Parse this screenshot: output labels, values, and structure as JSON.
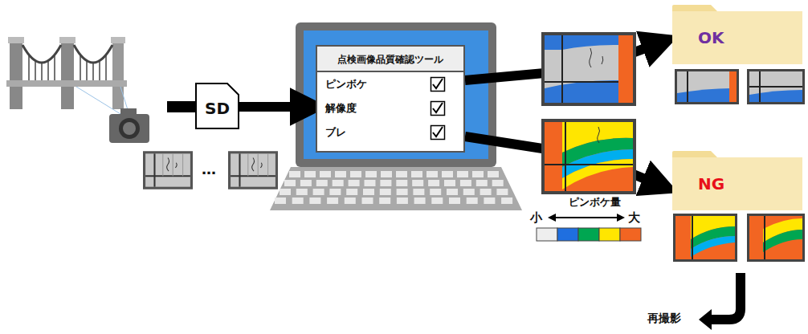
{
  "diagram": {
    "nodes": [
      {
        "text": [
          "SD"
        ]
      },
      {
        "text": [
          "点検画像品質確認ツール",
          "ピンボケ",
          "解像度",
          "ブレ"
        ]
      },
      {
        "text": [
          "OK"
        ]
      },
      {
        "text": [
          "NG"
        ]
      }
    ],
    "edges": [
      {
        "from": 0,
        "to": 1,
        "arrow": "to"
      },
      {
        "from": 1,
        "to": 2,
        "arrow": "to"
      },
      {
        "from": 1,
        "to": 3,
        "arrow": "to"
      }
    ],
    "labels": [
      "…",
      "ピンボケ量",
      "小",
      "大",
      "再撮影"
    ]
  }
}
